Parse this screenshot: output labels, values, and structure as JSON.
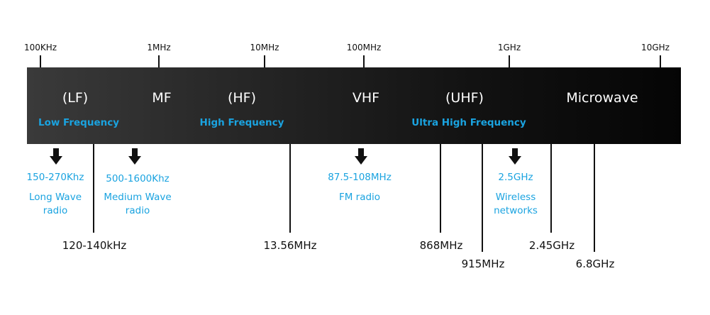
{
  "scale": [
    {
      "label": "100KHz"
    },
    {
      "label": "1MHz"
    },
    {
      "label": "10MHz"
    },
    {
      "label": "100MHz"
    },
    {
      "label": "1GHz"
    },
    {
      "label": "10GHz"
    }
  ],
  "bands": [
    {
      "name": "(LF)",
      "sub": "Low Frequency"
    },
    {
      "name": "MF",
      "sub": ""
    },
    {
      "name": "(HF)",
      "sub": "High Frequency"
    },
    {
      "name": "VHF",
      "sub": ""
    },
    {
      "name": "(UHF)",
      "sub": "Ultra High Frequency"
    },
    {
      "name": "Microwave",
      "sub": ""
    }
  ],
  "applications": [
    {
      "range": "150-270Khz",
      "use": [
        "Long Wave",
        "radio"
      ]
    },
    {
      "range": "500-1600Khz",
      "use": [
        "Medium Wave",
        "radio"
      ]
    },
    {
      "range": "87.5-108MHz",
      "use": [
        "FM radio"
      ]
    },
    {
      "range": "2.5GHz",
      "use": [
        "Wireless",
        "networks"
      ]
    }
  ],
  "markers": [
    {
      "label": "120-140kHz"
    },
    {
      "label": "13.56MHz"
    },
    {
      "label": "868MHz"
    },
    {
      "label": "915MHz"
    },
    {
      "label": "2.45GHz"
    },
    {
      "label": "6.8GHz"
    }
  ],
  "colors": {
    "accent": "#1aa3e0",
    "band": "#1a1a1a",
    "text": "#111111",
    "band_text": "#ffffff"
  }
}
